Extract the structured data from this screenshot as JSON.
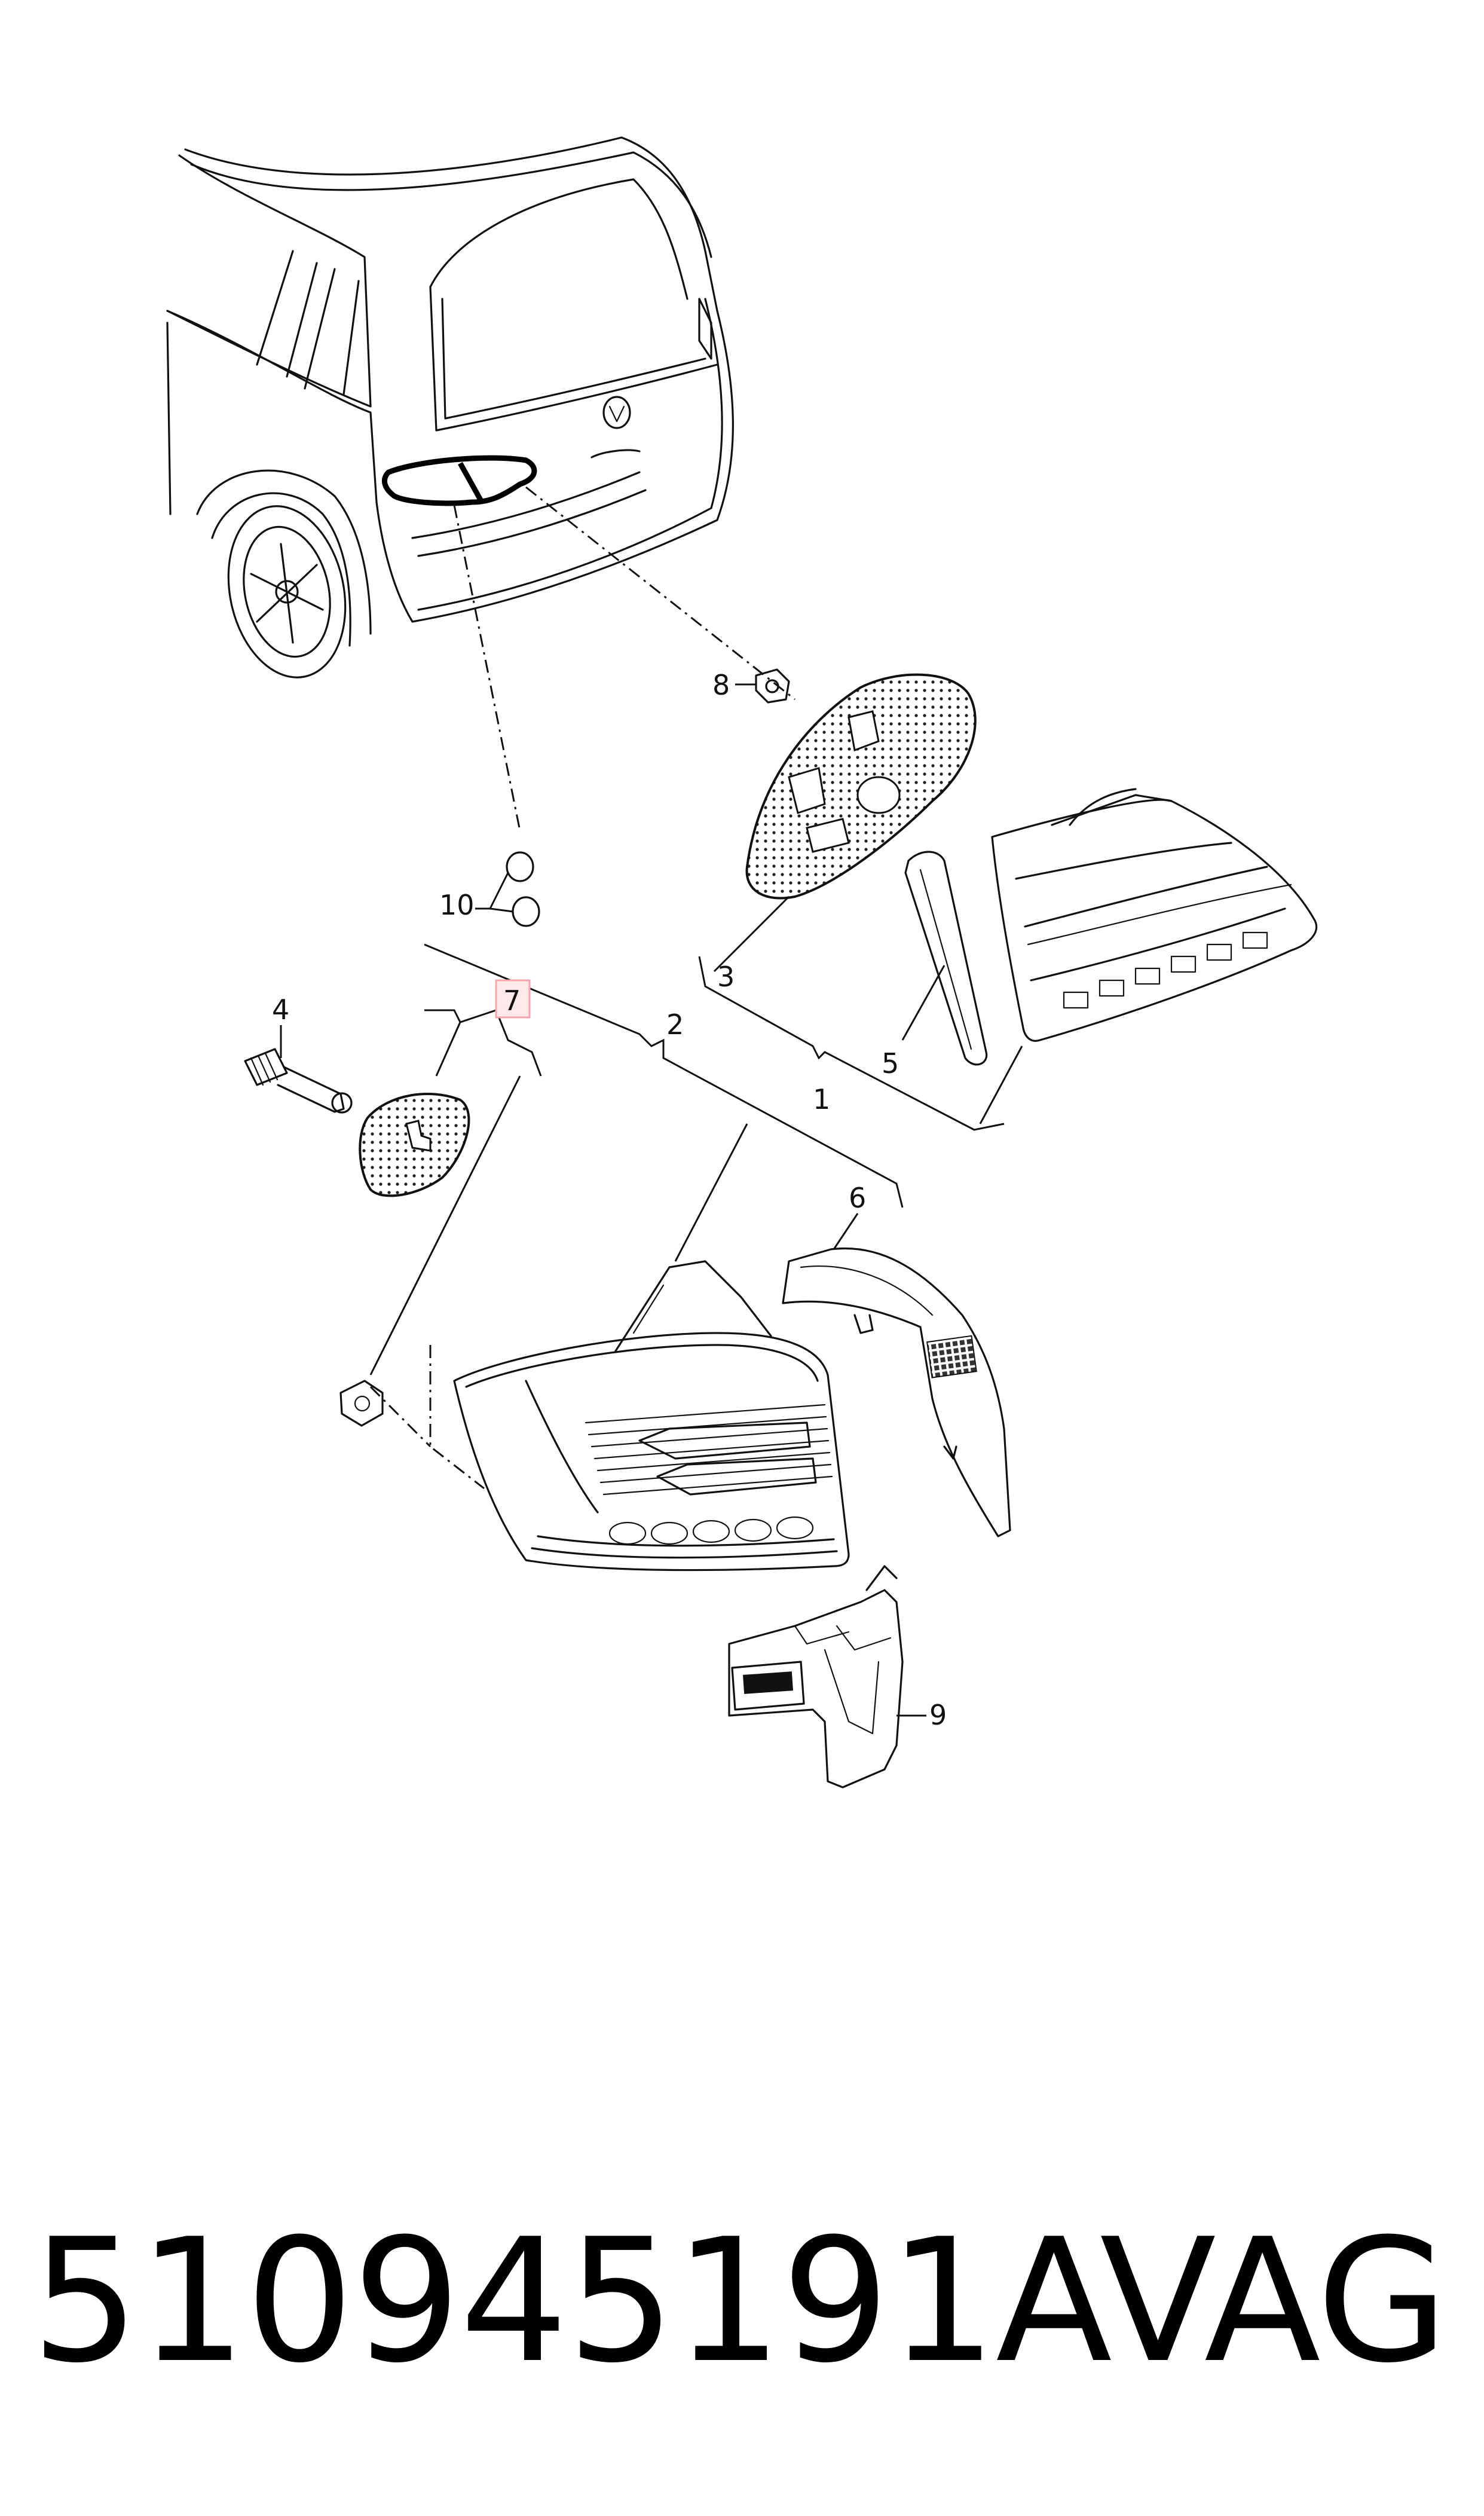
{
  "diagram": {
    "callouts": {
      "c1": "1",
      "c2": "2",
      "c3": "3",
      "c4": "4",
      "c5": "5",
      "c6": "6",
      "c7": "7",
      "c8": "8",
      "c9": "9",
      "c10": "10"
    },
    "highlighted_callout": "7",
    "highlight_color": "#f4a6ae"
  },
  "footer": {
    "part_number": "510945191A",
    "brand": "VAG"
  }
}
